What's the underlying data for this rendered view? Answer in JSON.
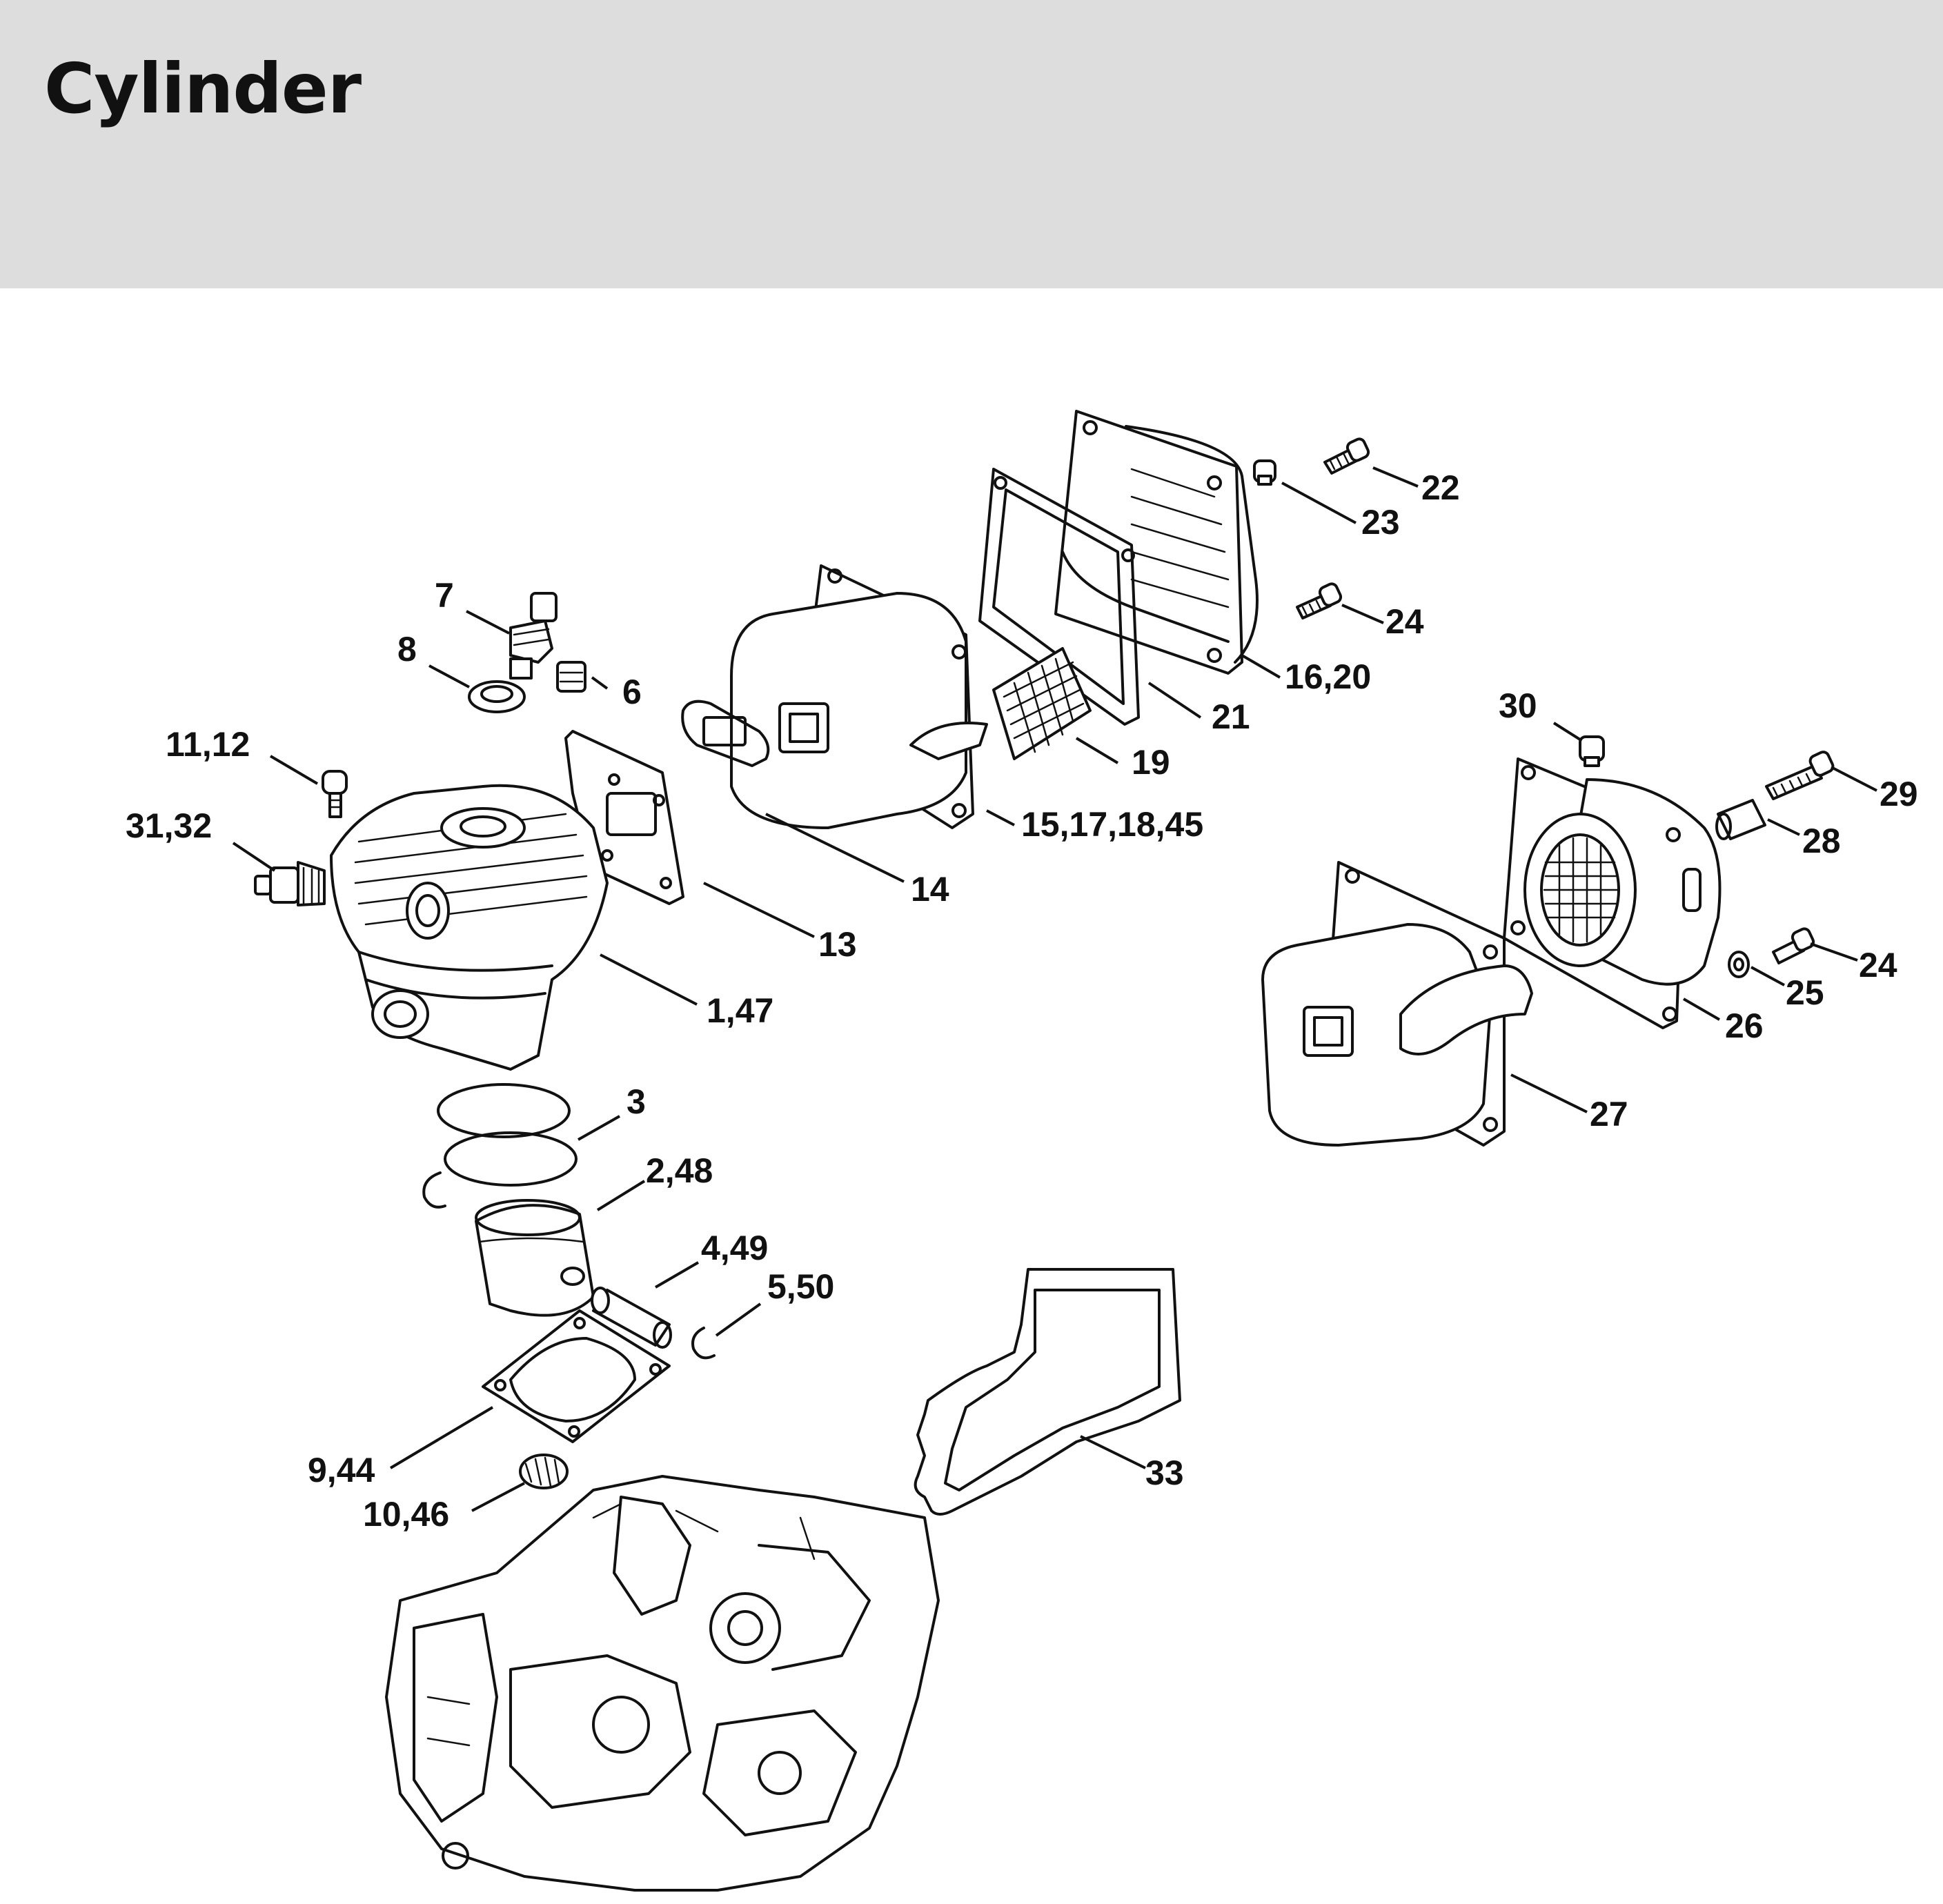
{
  "page": {
    "title": "Cylinder"
  },
  "labels": {
    "l22": "22",
    "l23": "23",
    "l24a": "24",
    "l16_20": "16,20",
    "l21": "21",
    "l19": "19",
    "l15": "15,17,18,45",
    "l7": "7",
    "l8": "8",
    "l6": "6",
    "l11_12": "11,12",
    "l31_32": "31,32",
    "l14": "14",
    "l13": "13",
    "l1_47": "1,47",
    "l3": "3",
    "l2_48": "2,48",
    "l4_49": "4,49",
    "l5_50": "5,50",
    "l9_44": "9,44",
    "l10_46": "10,46",
    "l33": "33",
    "l30": "30",
    "l29": "29",
    "l28": "28",
    "l24b": "24",
    "l25": "25",
    "l26": "26",
    "l27": "27"
  },
  "colors": {
    "header_bg": "#dcdddc",
    "ink": "#111111"
  }
}
